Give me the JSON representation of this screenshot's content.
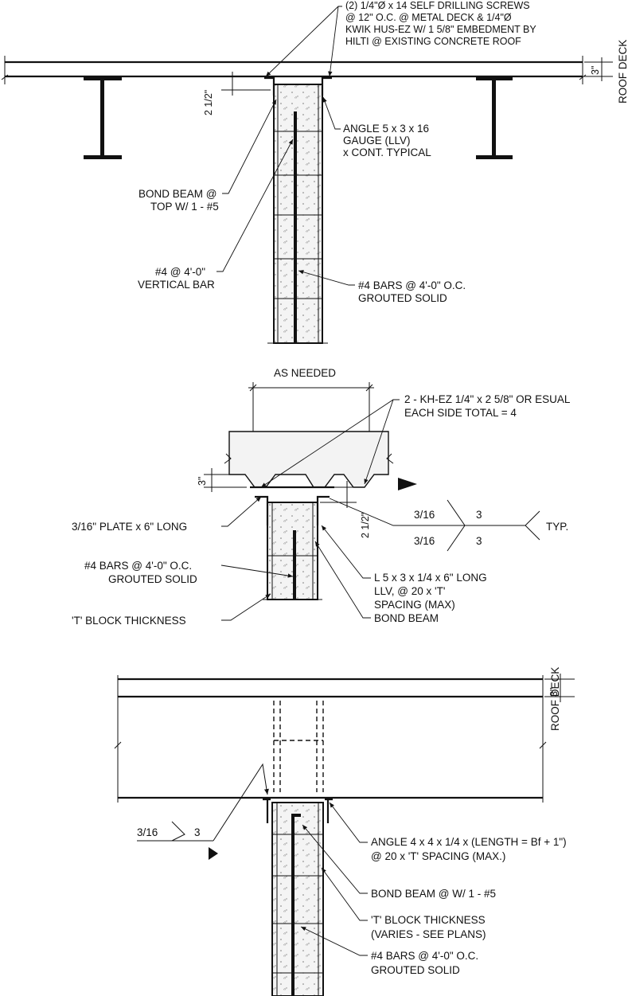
{
  "detail1": {
    "screws_note": [
      "(2) 1/4\"Ø x 14 SELF DRILLING SCREWS",
      "@ 12\" O.C. @ METAL DECK & 1/4\"Ø",
      "KWIK HUS-EZ W/ 1 5/8\" EMBEDMENT BY",
      "HILTI @ EXISTING CONCRETE ROOF"
    ],
    "roof_deck": "ROOF DECK",
    "deck_dim": "3\"",
    "gap_dim": "2 1/2\"",
    "angle_note": [
      "ANGLE 5 x 3 x 16",
      "GAUGE (LLV)",
      "x CONT. TYPICAL"
    ],
    "bond_beam_note": [
      "BOND BEAM @",
      "TOP W/ 1 - #5"
    ],
    "vertical_bar_note": [
      "#4 @ 4'-0\"",
      "VERTICAL BAR"
    ],
    "bars_note": [
      "#4 BARS @ 4'-0\" O.C.",
      "GROUTED SOLID"
    ]
  },
  "detail2": {
    "as_needed": "AS NEEDED",
    "anchor_note": [
      "2 - KH-EZ 1/4\" x 2 5/8\" OR ESUAL",
      "EACH SIDE TOTAL = 4"
    ],
    "deck_dim": "3\"",
    "gap_dim": "2 1/2\"",
    "plate_note": "3/16\" PLATE x 6\" LONG",
    "bars_note": [
      "#4 BARS @ 4'-0\" O.C.",
      "GROUTED SOLID"
    ],
    "t_block_note": "'T' BLOCK THICKNESS",
    "angle_note": [
      "L 5 x 3 x 1/4 x 6\" LONG",
      "LLV, @ 20 x 'T'",
      "SPACING (MAX)"
    ],
    "bond_beam_note": "BOND BEAM",
    "weld_top_size": "3/16",
    "weld_top_len": "3",
    "weld_bot_size": "3/16",
    "weld_bot_len": "3",
    "weld_typ": "TYP."
  },
  "detail3": {
    "roof_deck": "ROOF DECK",
    "deck_dim": "3\"",
    "weld_size": "3/16",
    "weld_len": "3",
    "angle_note": [
      "ANGLE 4 x 4 x 1/4 x (LENGTH = Bf + 1\")",
      "@ 20 x 'T' SPACING (MAX.)"
    ],
    "bond_beam_note": "BOND BEAM @ W/ 1 - #5",
    "t_block_note": [
      "'T' BLOCK THICKNESS",
      "(VARIES - SEE PLANS)"
    ],
    "bars_note": [
      "#4 BARS @ 4'-0\" O.C.",
      "GROUTED SOLID"
    ]
  }
}
